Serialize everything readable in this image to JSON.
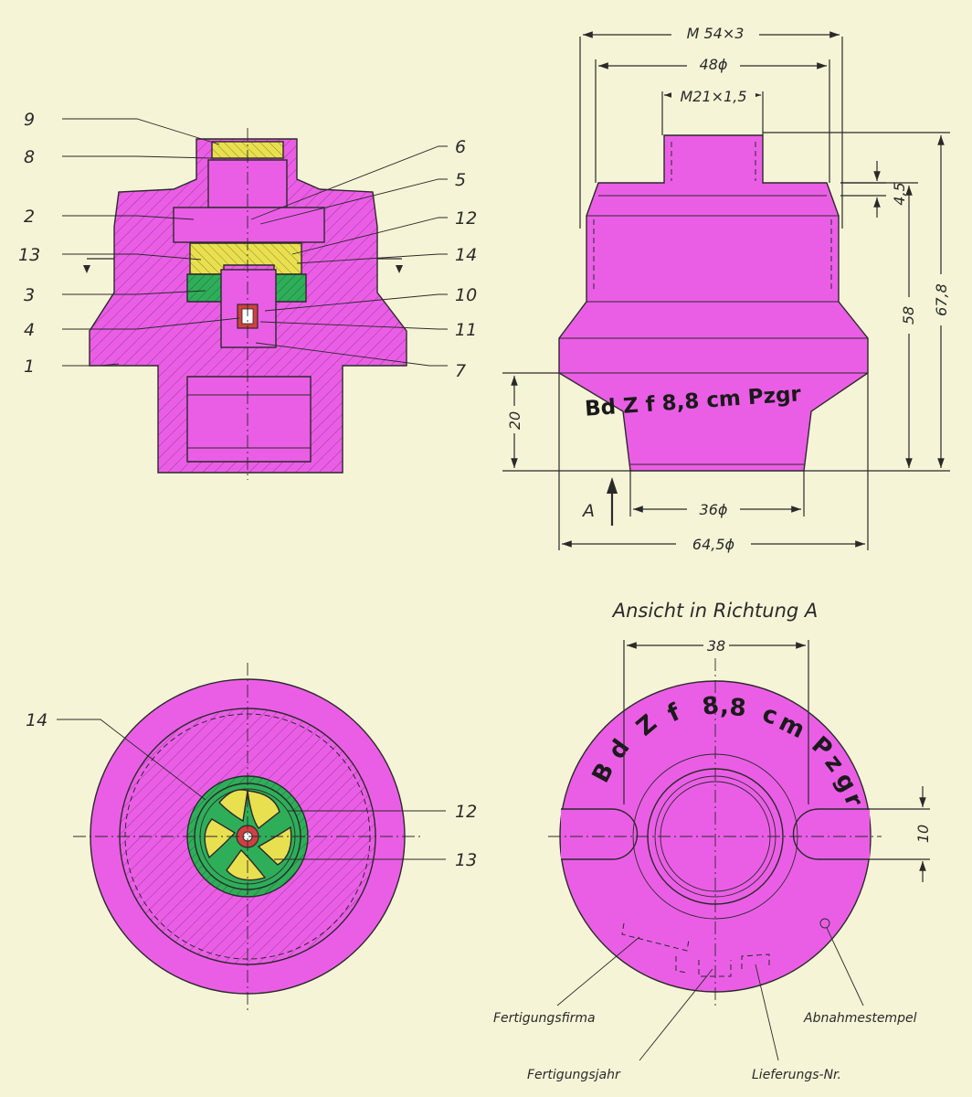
{
  "colors": {
    "paper": "#f6f4d6",
    "body": "#ea5ee6",
    "insert": "#e9e050",
    "ring": "#2fae5a",
    "detonator": "#d04040",
    "ink": "#2a2a2a"
  },
  "section_view": {
    "part_labels": [
      "9",
      "8",
      "2",
      "13",
      "3",
      "4",
      "1",
      "6",
      "5",
      "12",
      "14",
      "10",
      "11",
      "7"
    ]
  },
  "side_view": {
    "dims": {
      "thread_outer": "M 54×3",
      "dia_48": "48ϕ",
      "thread_inner": "M21×1,5",
      "h_4_5": "4,5",
      "h_58": "58",
      "h_67_8": "67,8",
      "h_20": "20",
      "dia_36": "36ϕ",
      "dia_64_5": "64,5ϕ"
    },
    "arrow_label": "A",
    "marking": "Bd Z f 8,8 cm Pzgr"
  },
  "top_view": {
    "part_labels": [
      "14",
      "12",
      "13"
    ]
  },
  "bottom_view": {
    "title": "Ansicht in Richtung A",
    "dim_38": "38",
    "dim_10": "10",
    "marking_chars": [
      "B",
      "d",
      "Z",
      "f",
      "8",
      ",",
      "8",
      "c",
      "m",
      "P",
      "z",
      "g",
      "r"
    ],
    "captions": {
      "firm": "Fertigungsfirma",
      "year": "Fertigungsjahr",
      "delivery": "Lieferungs-Nr.",
      "stamp": "Abnahmestempel"
    }
  }
}
